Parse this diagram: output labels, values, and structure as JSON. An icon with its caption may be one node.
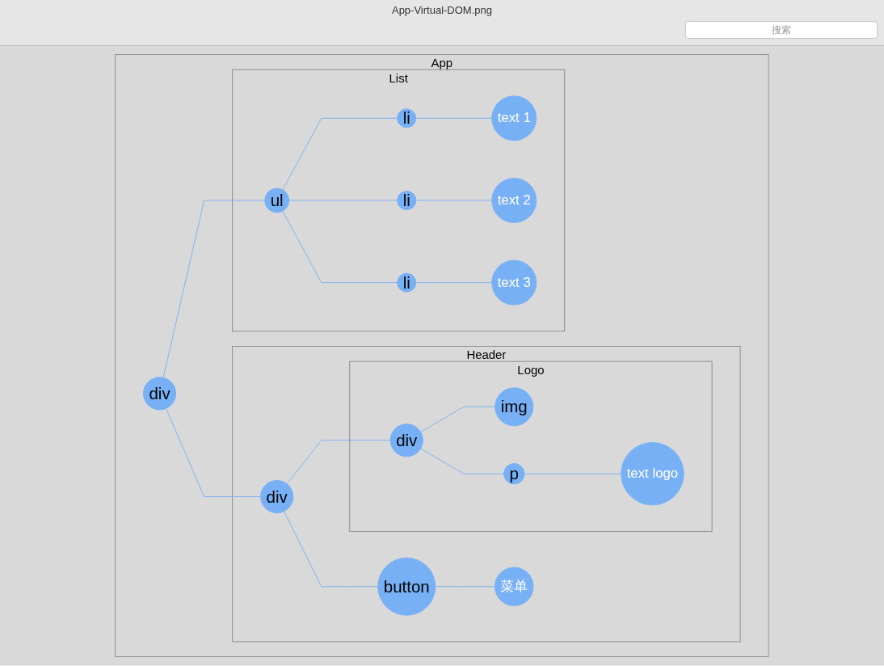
{
  "diagram": {
    "title": "App-Virtual-DOM.png",
    "nodes": [
      {
        "text": [
          "App"
        ]
      },
      {
        "text": [
          "div"
        ],
        "in": 0
      },
      {
        "text": [
          "Header"
        ],
        "in": 0
      },
      {
        "text": [
          "div"
        ],
        "in": 2
      },
      {
        "text": [
          "Logo"
        ],
        "in": 2
      },
      {
        "text": [
          "div"
        ],
        "in": 4
      },
      {
        "text": [
          "img"
        ],
        "in": 4
      },
      {
        "text": [
          "p"
        ],
        "in": 4
      },
      {
        "text": [
          "text logo"
        ],
        "in": 4
      },
      {
        "text": [
          "button"
        ],
        "in": 2
      },
      {
        "text": [
          "菜单"
        ],
        "in": 2
      },
      {
        "text": [
          "List"
        ],
        "in": 0
      },
      {
        "text": [
          "ul"
        ],
        "in": 11
      },
      {
        "text": [
          "li"
        ],
        "in": 11
      },
      {
        "text": [
          "li"
        ],
        "in": 11
      },
      {
        "text": [
          "li"
        ],
        "in": 11
      },
      {
        "text": [
          "text 1"
        ],
        "in": 11
      },
      {
        "text": [
          "text 2"
        ],
        "in": 11
      },
      {
        "text": [
          "text 3"
        ],
        "in": 11
      }
    ],
    "edges": [
      {
        "from": 1,
        "to": 3,
        "arrow": "none"
      },
      {
        "from": 1,
        "to": 12,
        "arrow": "none"
      },
      {
        "from": 3,
        "to": 5,
        "arrow": "none"
      },
      {
        "from": 3,
        "to": 9,
        "arrow": "none"
      },
      {
        "from": 5,
        "to": 6,
        "arrow": "none"
      },
      {
        "from": 5,
        "to": 7,
        "arrow": "none"
      },
      {
        "from": 7,
        "to": 8,
        "arrow": "none"
      },
      {
        "from": 9,
        "to": 10,
        "arrow": "none"
      },
      {
        "from": 12,
        "to": 13,
        "arrow": "none"
      },
      {
        "from": 12,
        "to": 14,
        "arrow": "none"
      },
      {
        "from": 12,
        "to": 15,
        "arrow": "none"
      },
      {
        "from": 13,
        "to": 16,
        "arrow": "none"
      },
      {
        "from": 14,
        "to": 17,
        "arrow": "none"
      },
      {
        "from": 15,
        "to": 18,
        "arrow": "none"
      }
    ],
    "labels": [
      "搜索"
    ]
  }
}
